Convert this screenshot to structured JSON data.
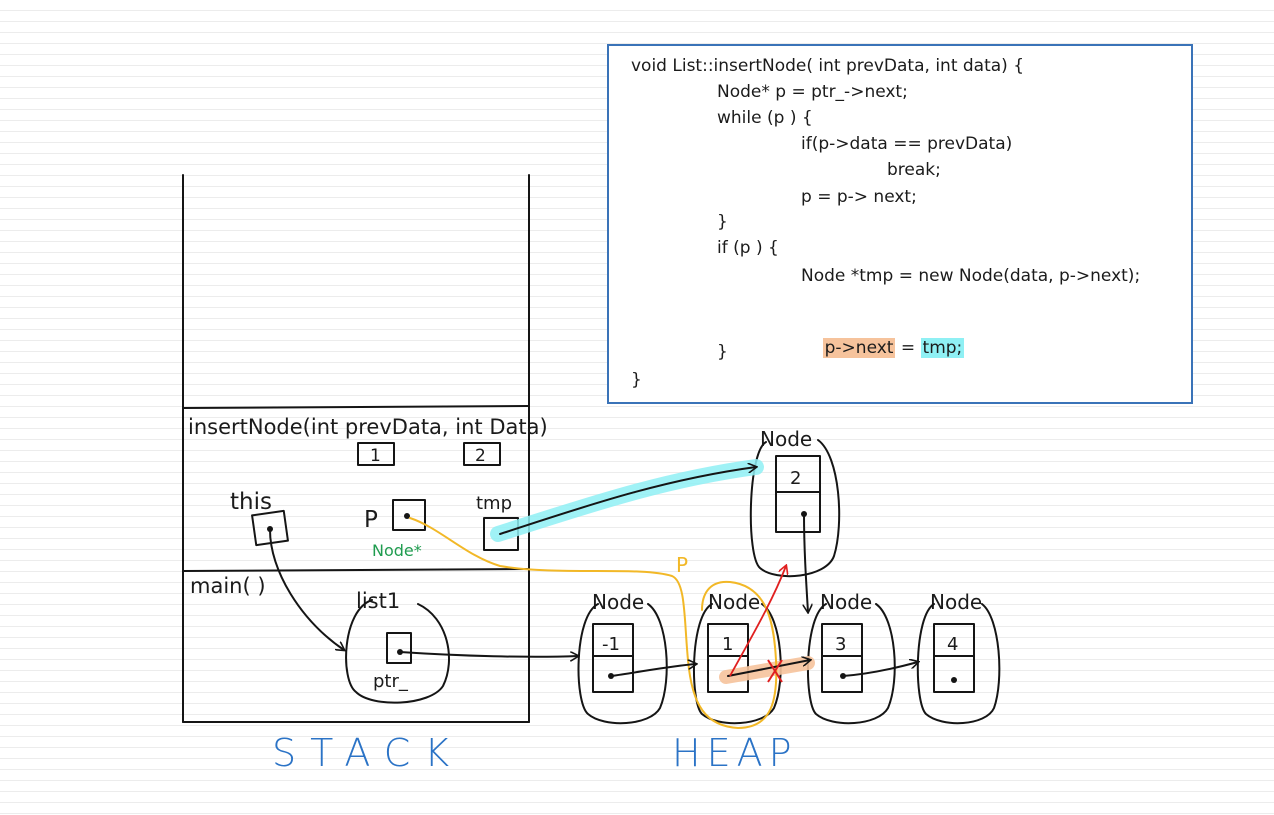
{
  "code": {
    "line1": "void List::insertNode( int prevData, int data) {",
    "line2": "Node* p = ptr_->next;",
    "line3": "while (p ) {",
    "line4": "if(p->data == prevData)",
    "line5": "break;",
    "line6": "p = p-> next;",
    "line7": "}",
    "line8": "if (p ) {",
    "line9": "Node *tmp = new Node(data, p->next);",
    "line10_left": "p->next",
    "line10_eq": " = ",
    "line10_right": "tmp;",
    "line11": "}",
    "line12": "}"
  },
  "stack": {
    "frame_label": "insertNode(int prevData, int Data)",
    "prev_value": "1",
    "data_value": "2",
    "this_label": "this",
    "p_label": "P",
    "tmp_label": "tmp",
    "p_type": "Node*",
    "main_label": "main( )",
    "list_label": "list1",
    "ptr_label": "ptr_",
    "caption": "STACK"
  },
  "heap": {
    "caption": "HEAP",
    "p_marker": "P",
    "nodes": [
      {
        "label": "Node",
        "value": "-1"
      },
      {
        "label": "Node",
        "value": "1"
      },
      {
        "label": "Node",
        "value": "3"
      },
      {
        "label": "Node",
        "value": "4"
      },
      {
        "label": "Node",
        "value": "2"
      }
    ]
  },
  "colors": {
    "ink": "#151515",
    "caption_blue": "#2b73c6",
    "highlight_orange": "#f6c39c",
    "highlight_cyan": "#8ff0f4",
    "pointer_yellow": "#f2b827",
    "new_link_red": "#e02020",
    "type_green": "#1f9c4f",
    "code_box_border": "#3a73b8"
  }
}
